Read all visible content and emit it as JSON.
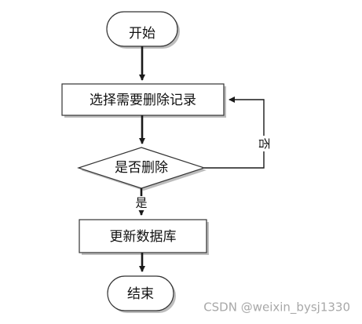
{
  "flowchart": {
    "nodes": {
      "start": "开始",
      "select": "选择需要删除记录",
      "decision": "是否删除",
      "update": "更新数据库",
      "end": "结束"
    },
    "edges": {
      "yes_label": "是",
      "no_label": "否"
    }
  },
  "watermark": "CSDN @weixin_bysj1330",
  "colors": {
    "stroke": "#333333",
    "arrow": "#1a1a1a",
    "node_shadow": "#bdbdbd",
    "watermark": "#a8a8a8"
  }
}
